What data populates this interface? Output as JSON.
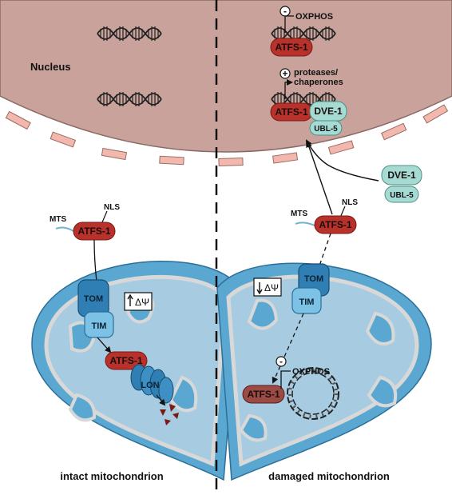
{
  "nucleus": {
    "label": "Nucleus"
  },
  "nuclear_labels": {
    "oxphos": "OXPHOS",
    "proteases": "proteases/",
    "chaperones": "chaperones",
    "atfs1_top": "ATFS-1",
    "atfs1_mid": "ATFS-1",
    "dve1": "DVE-1",
    "ubl5": "UBL-5"
  },
  "cytosol": {
    "dve1": "DVE-1",
    "ubl5": "UBL-5",
    "left": {
      "mts": "MTS",
      "nls": "NLS",
      "atfs1": "ATFS-1"
    },
    "right": {
      "mts": "MTS",
      "nls": "NLS",
      "atfs1": "ATFS-1"
    }
  },
  "mito_left": {
    "tom": "TOM",
    "tim": "TIM",
    "membrane_potential": "ΔΨ",
    "atfs1": "ATFS-1",
    "lon": "LON",
    "caption": "intact mitochondrion"
  },
  "mito_right": {
    "tom": "TOM",
    "tim": "TIM",
    "membrane_potential": "ΔΨ",
    "atfs1": "ATFS-1",
    "oxphos": "OXPHOS",
    "caption": "damaged mitochondrion"
  },
  "symbols": {
    "minus": "-",
    "plus": "+"
  },
  "colors": {
    "nucleus": "#c9a39b",
    "nucleus_stroke": "#8a6a64",
    "pore": "#f2b8ae",
    "mito_outer": "#5aa8d2",
    "mito_inner": "#a7cce1",
    "cristae": "#d8d8d8",
    "atfs1": "#b8312b",
    "atfs1_dark": "#7a1a14",
    "atfs1_faded": "#9b4a44",
    "dve1": "#a6dbd4",
    "tom_tim": "#2f7fb4",
    "tim_light": "#7cc2e6"
  }
}
